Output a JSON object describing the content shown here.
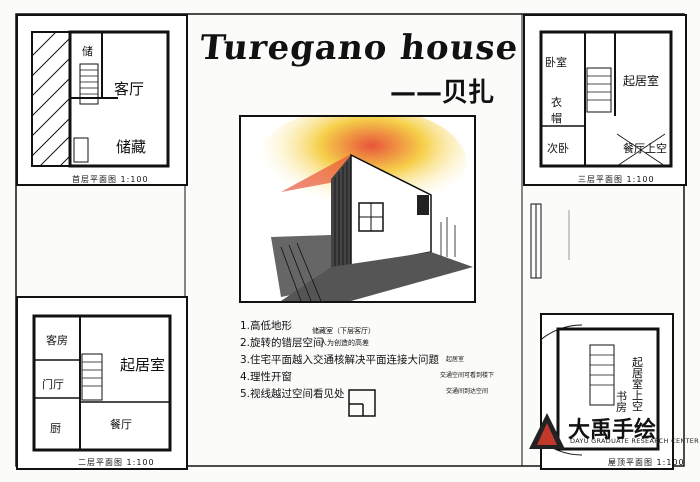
{
  "title": "Turegano house",
  "subtitle": "——贝扎",
  "plans": {
    "ground": {
      "caption": "首层平面图 1:100",
      "rooms": [
        "储",
        "客厅",
        "储藏"
      ]
    },
    "third": {
      "caption": "三层平面图 1:100",
      "rooms": [
        "卧室",
        "起居室",
        "衣帽",
        "次卧",
        "餐厅上空"
      ]
    },
    "second": {
      "caption": "二层平面图 1:100",
      "rooms": [
        "客房",
        "门厅",
        "厨",
        "餐厅",
        "起居室"
      ]
    },
    "roof": {
      "caption": "屋顶平面图 1:100",
      "rooms": [
        "起居室上空",
        "书房"
      ]
    }
  },
  "notes": [
    "1.高低地形",
    "2.旋转的错层空间",
    "3.住宅平面越入交通核解决平面连接大问题",
    "4.理性开窗",
    "5.视线越过空间看见处"
  ],
  "annotations": {
    "storage": "储藏室（下层客厅）",
    "storage2": "人为创造的高差",
    "roof1": "起居室",
    "roof2": "交通空间可看到楼下",
    "roof3": "交通间到达空间"
  },
  "brand": {
    "name": "大禹手绘",
    "sub": "DAYU GRADUATE RESEARCH CENTER"
  },
  "colors": {
    "ink": "#111111",
    "sun_yellow": "#f6d04a",
    "sun_red": "#e8553a",
    "paper": "#fbfbfa"
  }
}
